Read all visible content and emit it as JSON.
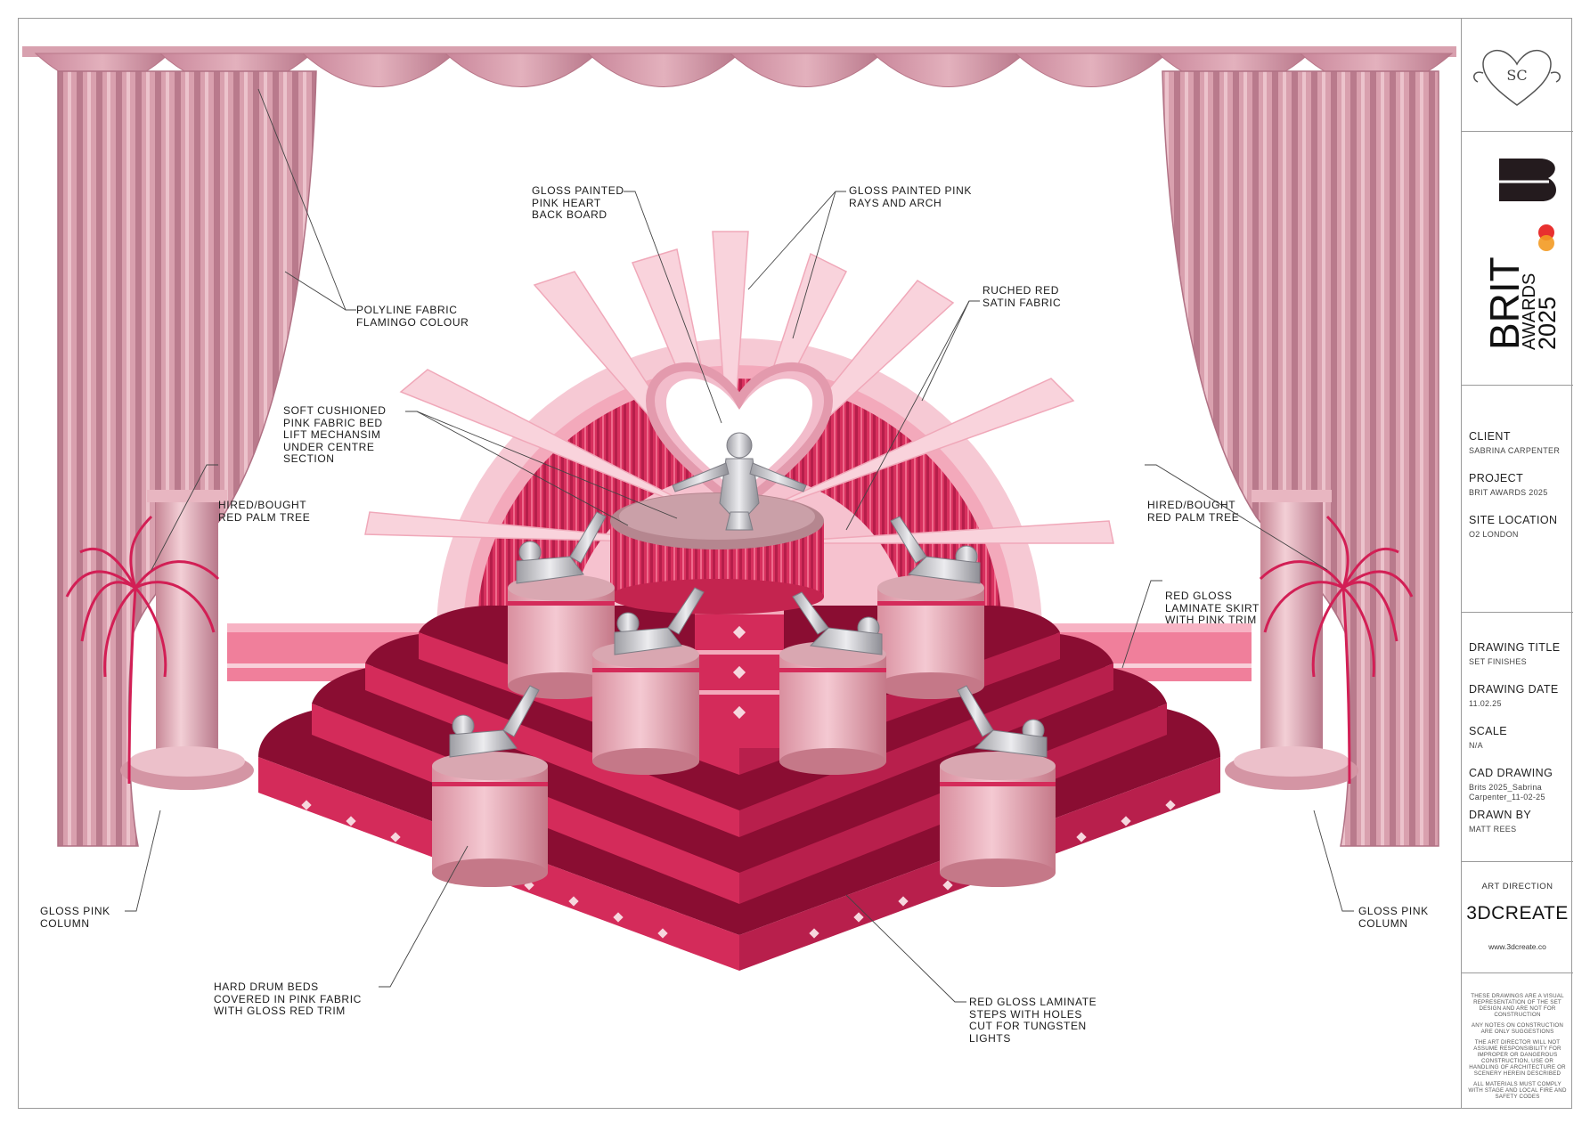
{
  "annotations": {
    "polyline_fabric": [
      "POLYLINE FABRIC",
      "FLAMINGO COLOUR"
    ],
    "heart_back_board": [
      "GLOSS PAINTED",
      "PINK HEART",
      "BACK BOARD"
    ],
    "rays_arch": [
      "GLOSS PAINTED PINK",
      "RAYS AND ARCH"
    ],
    "ruched_satin": [
      "RUCHED RED",
      "SATIN FABRIC"
    ],
    "cushioned_bed": [
      "SOFT CUSHIONED",
      "PINK FABRIC BED",
      "LIFT MECHANSIM",
      "UNDER CENTRE",
      "SECTION"
    ],
    "palm_left": [
      "HIRED/BOUGHT",
      "RED PALM TREE"
    ],
    "palm_right": [
      "HIRED/BOUGHT",
      "RED PALM TREE"
    ],
    "skirt": [
      "RED GLOSS",
      "LAMINATE SKIRT",
      "WITH PINK TRIM"
    ],
    "column_left": [
      "GLOSS PINK",
      "COLUMN"
    ],
    "column_right": [
      "GLOSS PINK",
      "COLUMN"
    ],
    "drum_beds": [
      "HARD DRUM BEDS",
      "COVERED IN PINK FABRIC",
      "WITH GLOSS RED TRIM"
    ],
    "steps": [
      "RED GLOSS LAMINATE",
      "STEPS WITH HOLES",
      "CUT FOR TUNGSTEN",
      "LIGHTS"
    ]
  },
  "title_block": {
    "logo_initials": "SC",
    "brit_logo": {
      "line1": "BRIT",
      "line2": "AWARDS",
      "line3": "2025"
    },
    "client_label": "CLIENT",
    "client_value": "SABRINA CARPENTER",
    "project_label": "PROJECT",
    "project_value": "BRIT AWARDS 2025",
    "site_label": "SITE LOCATION",
    "site_value": "O2 LONDON",
    "drawing_title_label": "DRAWING TITLE",
    "drawing_title_value": "SET FINISHES",
    "drawing_date_label": "DRAWING DATE",
    "drawing_date_value": "11.02.25",
    "scale_label": "SCALE",
    "scale_value": "N/A",
    "cad_label": "CAD DRAWING",
    "cad_value_1": "Brits 2025_Sabrina",
    "cad_value_2": "Carpenter_11-02-25",
    "drawn_by_label": "DRAWN BY",
    "drawn_by_value": "MATT REES",
    "art_direction_label": "ART DIRECTION",
    "company": "3DCREATE",
    "website": "www.3dcreate.co",
    "disclaimer": [
      "THESE DRAWINGS ARE A VISUAL REPRESENTATION OF THE SET DESIGN AND ARE NOT FOR CONSTRUCTION",
      "ANY NOTES ON CONSTRUCTION ARE ONLY SUGGESTIONS",
      "THE ART DIRECTOR WILL NOT ASSUME RESPONSIBILITY FOR IMPROPER OR DANGEROUS CONSTRUCTION, USE OR HANDLING OF ARCHITECTURE OR SCENERY HEREIN DESCRIBED",
      "ALL MATERIALS MUST COMPLY WITH STAGE AND LOCAL FIRE AND SAFETY CODES"
    ]
  },
  "colors": {
    "curtain": "#d49aa8",
    "curtain_dark": "#b87688",
    "ray_light": "#f6c9d4",
    "arch_pink": "#f3b3c3",
    "satin_red": "#d8305e",
    "stage_red": "#8a0d32",
    "stage_mid": "#d42b5a",
    "drum_pink": "#e8a9b6",
    "palm": "#d21f55",
    "figure": "#c9c9cd"
  }
}
